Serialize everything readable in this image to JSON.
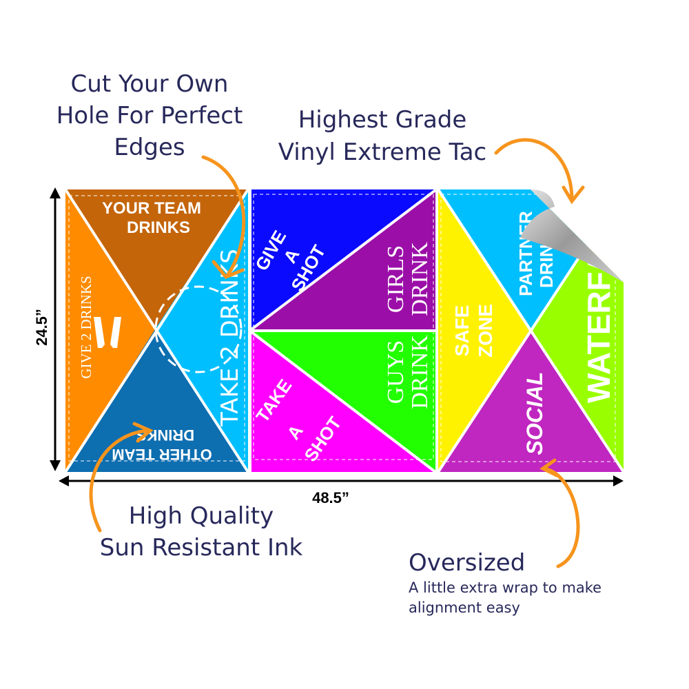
{
  "callouts": {
    "cut_hole": [
      "Cut Your Own",
      "Hole For Perfect",
      "Edges"
    ],
    "vinyl": [
      "Highest Grade",
      "Vinyl Extreme Tac"
    ],
    "ink": [
      "High Quality",
      "Sun Resistant Ink"
    ],
    "oversized": {
      "title": "Oversized",
      "sub": [
        "A little extra wrap to make",
        "alignment easy"
      ]
    }
  },
  "dimensions": {
    "height": "24.5”",
    "width": "48.5”"
  },
  "panels": {
    "left": {
      "top": [
        "YOUR TEAM",
        "DRINKS"
      ],
      "left": "GIVE 2 DRINKS",
      "right": "TAKE 2 DRINKS",
      "bottom": [
        "OTHER TEAM",
        "DRINKS"
      ]
    },
    "middle": {
      "give_shot": [
        "GIVE",
        "A",
        "SHOT"
      ],
      "girls": [
        "GIRLS",
        "DRINK"
      ],
      "guys": [
        "GUYS",
        "DRINK"
      ],
      "take_shot": [
        "TAKE",
        "A",
        "SHOT"
      ]
    },
    "right": {
      "partner": [
        "PARTNER",
        "DRINKS"
      ],
      "safe": [
        "SAFE",
        "ZONE"
      ],
      "waterfall": "WATERFALL",
      "social": "SOCIAL"
    }
  },
  "colors": {
    "accent": "#f7941d",
    "text": "#27285a"
  }
}
